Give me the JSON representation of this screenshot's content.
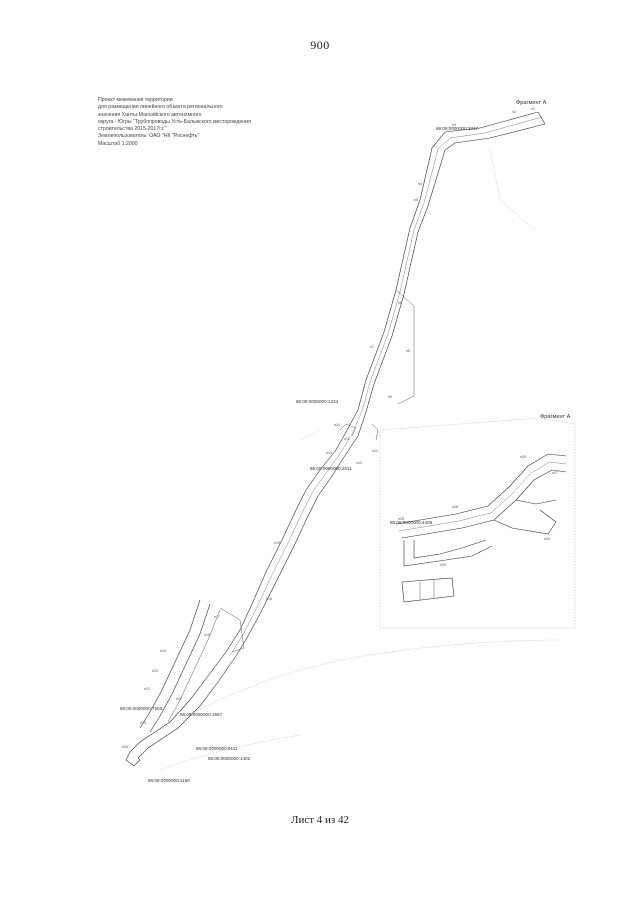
{
  "page_number": "900",
  "notes": {
    "lines": [
      "Проект межевания территории",
      "для размещения линейного объекта регионального",
      "значения Ханты-Мансийского автономного",
      "округа - Югры \"Трубопроводы Усть-Балыкского месторождения",
      "строительства 2015-2017г.г.\"",
      "Землепользователь: ОАО \"НК \"Роснефть\"",
      "Масштаб 1:2000"
    ]
  },
  "fragments": {
    "a_top": "Фрагмент А",
    "a_inset": "Фрагмент А"
  },
  "parcels": [
    "86:08:0000000:1234",
    "86:08:0000000:1567",
    "86:08:0000000:1402",
    "86:08:0000000:2011",
    "86:08:0000000:3017",
    "86:08:0000000:9111",
    "86:08:0000000:1160",
    "86:08:0000000:4409",
    "86:08:0000000:7503"
  ],
  "boundary_labels": [
    "н1",
    "н2",
    "н3",
    "н4",
    "н5",
    "н6",
    "н7",
    "н8",
    "н9",
    "н10",
    "н11",
    "н12",
    "н13",
    "н14",
    "н15",
    "н16",
    "н17",
    "н18",
    "н19",
    "н20",
    "н21",
    "н22",
    "н23",
    "н24",
    "н25",
    "н26",
    "н27",
    "н28",
    "н29",
    "н30"
  ],
  "sheet_label": "Лист 4 из 42"
}
